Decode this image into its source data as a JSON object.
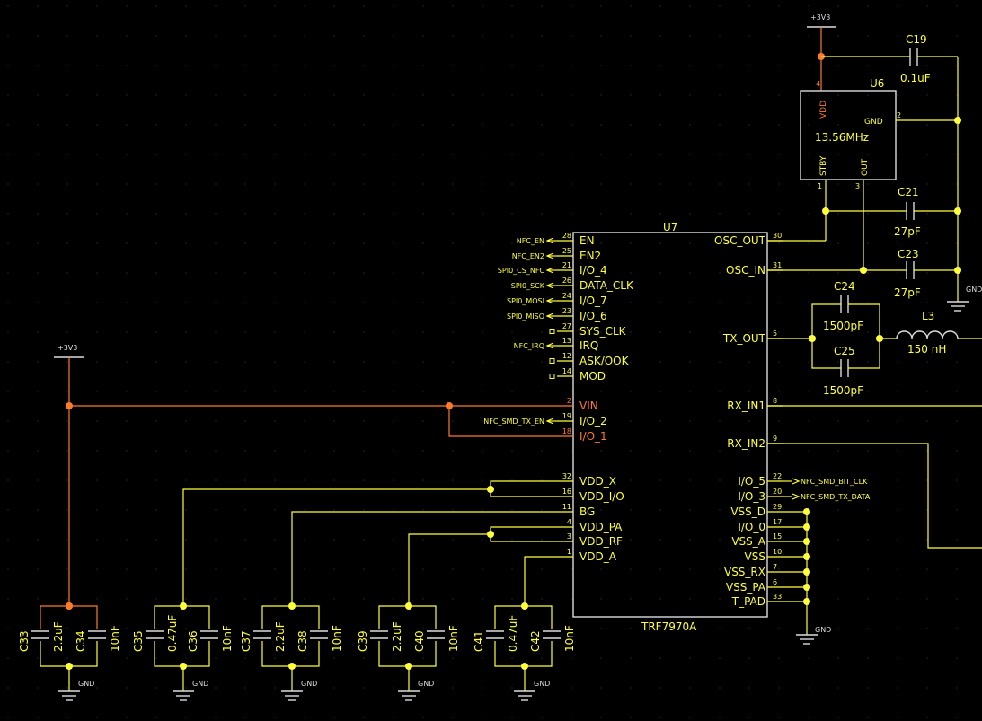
{
  "power": {
    "v3a": "+3V3",
    "v3b": "+3V3"
  },
  "gnd": {
    "label": "GND"
  },
  "u6": {
    "ref": "U6",
    "value": "13.56MHz",
    "pins": {
      "vdd": "VDD",
      "gnd": "GND",
      "stby": "STBY",
      "out": "OUT"
    },
    "pin_numbers": {
      "vdd": "4",
      "gnd": "2",
      "stby": "1",
      "out": "3"
    }
  },
  "u7": {
    "ref": "U7",
    "value": "TRF7970A",
    "left_pins": [
      {
        "name": "EN",
        "num": "28",
        "net": "NFC_EN"
      },
      {
        "name": "EN2",
        "num": "25",
        "net": "NFC_EN2"
      },
      {
        "name": "I/O_4",
        "num": "21",
        "net": "SPI0_CS_NFC"
      },
      {
        "name": "DATA_CLK",
        "num": "26",
        "net": "SPI0_SCK"
      },
      {
        "name": "I/O_7",
        "num": "24",
        "net": "SPI0_MOSI"
      },
      {
        "name": "I/O_6",
        "num": "23",
        "net": "SPI0_MISO"
      },
      {
        "name": "SYS_CLK",
        "num": "27",
        "net": ""
      },
      {
        "name": "IRQ",
        "num": "13",
        "net": "NFC_IRQ"
      },
      {
        "name": "ASK/OOK",
        "num": "12",
        "net": ""
      },
      {
        "name": "MOD",
        "num": "14",
        "net": ""
      },
      {
        "name": "VIN",
        "num": "2",
        "net": ""
      },
      {
        "name": "I/O_2",
        "num": "19",
        "net": "NFC_SMD_TX_EN"
      },
      {
        "name": "I/O_1",
        "num": "18",
        "net": ""
      },
      {
        "name": "VDD_X",
        "num": "32",
        "net": ""
      },
      {
        "name": "VDD_I/O",
        "num": "16",
        "net": ""
      },
      {
        "name": "BG",
        "num": "11",
        "net": ""
      },
      {
        "name": "VDD_PA",
        "num": "4",
        "net": ""
      },
      {
        "name": "VDD_RF",
        "num": "3",
        "net": ""
      },
      {
        "name": "VDD_A",
        "num": "1",
        "net": ""
      }
    ],
    "right_pins": [
      {
        "name": "OSC_OUT",
        "num": "30",
        "net": ""
      },
      {
        "name": "OSC_IN",
        "num": "31",
        "net": ""
      },
      {
        "name": "TX_OUT",
        "num": "5",
        "net": ""
      },
      {
        "name": "RX_IN1",
        "num": "8",
        "net": ""
      },
      {
        "name": "RX_IN2",
        "num": "9",
        "net": ""
      },
      {
        "name": "I/O_5",
        "num": "22",
        "net": "NFC_SMD_BIT_CLK"
      },
      {
        "name": "I/O_3",
        "num": "20",
        "net": "NFC_SMD_TX_DATA"
      },
      {
        "name": "VSS_D",
        "num": "29",
        "net": ""
      },
      {
        "name": "I/O_0",
        "num": "17",
        "net": ""
      },
      {
        "name": "VSS_A",
        "num": "15",
        "net": ""
      },
      {
        "name": "VSS",
        "num": "10",
        "net": ""
      },
      {
        "name": "VSS_RX",
        "num": "7",
        "net": ""
      },
      {
        "name": "VSS_PA",
        "num": "6",
        "net": ""
      },
      {
        "name": "T_PAD",
        "num": "33",
        "net": ""
      }
    ]
  },
  "caps_top": [
    {
      "ref": "C19",
      "value": "0.1uF"
    },
    {
      "ref": "C21",
      "value": "27pF"
    },
    {
      "ref": "C23",
      "value": "27pF"
    },
    {
      "ref": "C24",
      "value": "1500pF"
    },
    {
      "ref": "C25",
      "value": "1500pF"
    }
  ],
  "inductor": {
    "ref": "L3",
    "value": "150 nH"
  },
  "caps_bottom": [
    {
      "ref": "C33",
      "value": "2.2uF"
    },
    {
      "ref": "C34",
      "value": "10nF"
    },
    {
      "ref": "C35",
      "value": "0.47uF"
    },
    {
      "ref": "C36",
      "value": "10nF"
    },
    {
      "ref": "C37",
      "value": "2.2uF"
    },
    {
      "ref": "C38",
      "value": "10nF"
    },
    {
      "ref": "C39",
      "value": "2.2uF"
    },
    {
      "ref": "C40",
      "value": "10nF"
    },
    {
      "ref": "C41",
      "value": "0.47uF"
    },
    {
      "ref": "C42",
      "value": "10nF"
    }
  ],
  "colors": {
    "background": "#000000",
    "wire": "#ffff3a",
    "power_wire": "#ff7a2a",
    "body": "#dddddd"
  }
}
